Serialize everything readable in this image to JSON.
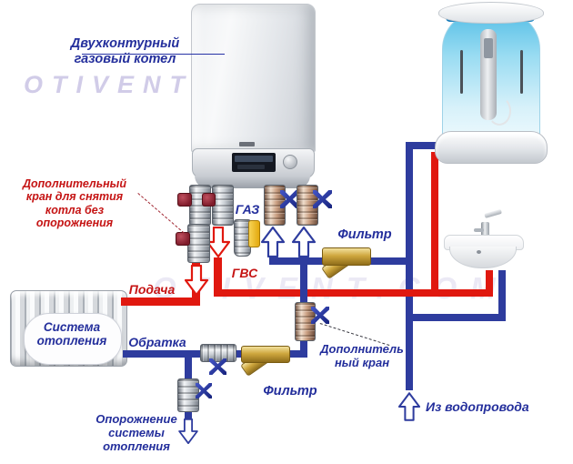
{
  "diagram": {
    "watermark": "OTIVENT.COM",
    "labels": {
      "boiler": "Двухконтурный\nгазовый котел",
      "removal_note": "Дополнительный\nкран для снятия\nкотла без\nопорожнения",
      "gas": "ГАЗ",
      "dhw": "ГВС",
      "supply": "Подача",
      "return_line": "Обратка",
      "heating_system": "Система\nотопления",
      "filter_cold": "Фильтр",
      "filter_return": "Фильтр",
      "additional_valve": "Дополнитель\nный кран",
      "drain": "Опорожнение\nсистемы\nотопления",
      "water_inlet": "Из водопровода"
    },
    "colors": {
      "pipe_hot": "#e0180f",
      "pipe_cold": "#2e3c9e",
      "label_blue": "#242f9c",
      "label_red": "#c51414",
      "gas_handle": "#e3a90e",
      "brass": "#c89f35",
      "watermark": "#cdc7e6"
    }
  }
}
